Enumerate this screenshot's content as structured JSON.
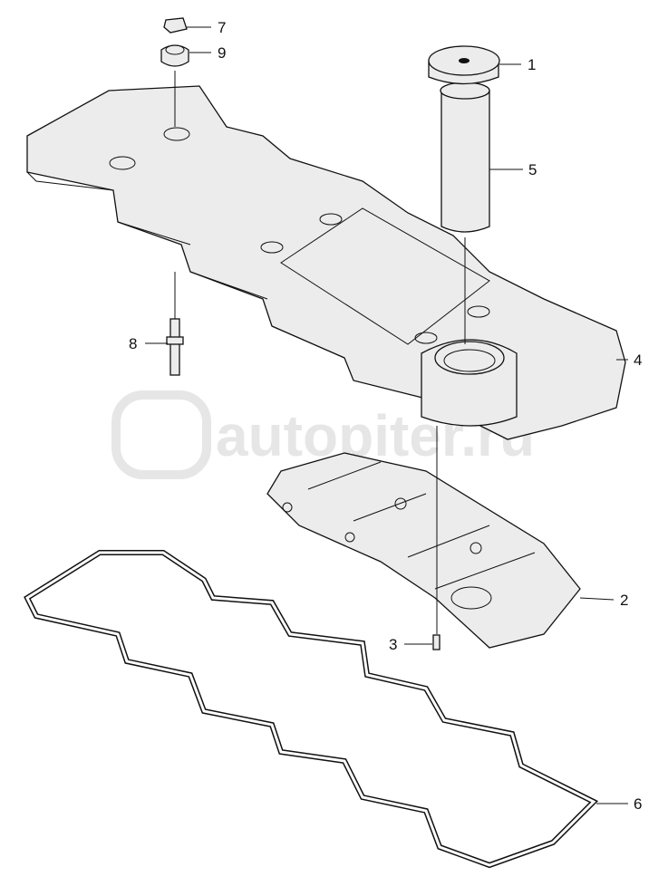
{
  "watermark": "autopiter.ru",
  "callouts": [
    {
      "number": "1",
      "part": "cap"
    },
    {
      "number": "2",
      "part": "baffle-plate"
    },
    {
      "number": "3",
      "part": "dowel-pin"
    },
    {
      "number": "4",
      "part": "valve-cover"
    },
    {
      "number": "5",
      "part": "filter-element"
    },
    {
      "number": "6",
      "part": "gasket"
    },
    {
      "number": "7",
      "part": "nut"
    },
    {
      "number": "8",
      "part": "stud"
    },
    {
      "number": "9",
      "part": "grommet"
    }
  ]
}
